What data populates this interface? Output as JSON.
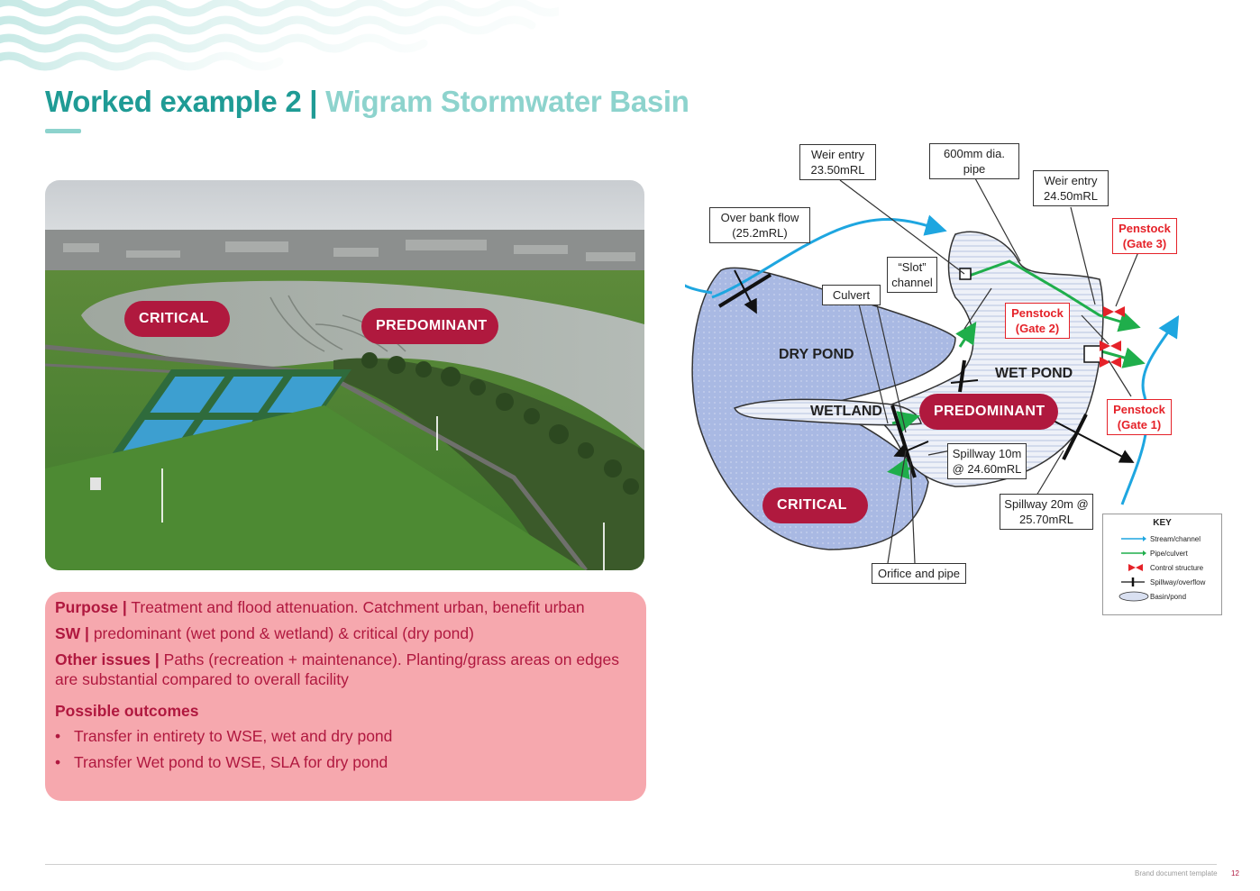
{
  "title": {
    "primary": "Worked example 2",
    "separator": "|",
    "secondary": "Wigram Stormwater Basin"
  },
  "photo_tags": {
    "critical": "CRITICAL",
    "predominant": "PREDOMINANT"
  },
  "info": {
    "purpose_label": "Purpose |",
    "purpose_text": "Treatment and flood attenuation.  Catchment urban, benefit urban",
    "sw_label": "SW |",
    "sw_text": "predominant (wet pond & wetland) & critical (dry pond)",
    "other_label": "Other issues |",
    "other_text": "Paths (recreation + maintenance).  Planting/grass areas on edges are substantial compared to overall facility",
    "outcomes_heading": "Possible outcomes",
    "outcomes": [
      "Transfer in entirety to WSE,  wet and dry pond",
      "Transfer Wet pond to WSE, SLA for dry pond"
    ]
  },
  "diagram": {
    "labels": {
      "weir_entry_1": "Weir entry 23.50mRL",
      "pipe_600": "600mm dia. pipe",
      "weir_entry_2": "Weir entry 24.50mRL",
      "over_bank": "Over bank flow (25.2mRL)",
      "slot_channel": "“Slot” channel",
      "culvert": "Culvert",
      "penstock_3": "Penstock (Gate 3)",
      "penstock_2": "Penstock (Gate 2)",
      "penstock_1": "Penstock (Gate 1)",
      "spillway_10": "Spillway 10m @ 24.60mRL",
      "spillway_20": "Spillway 20m @ 25.70mRL",
      "orifice": "Orifice and pipe"
    },
    "zones": {
      "dry_pond": "DRY POND",
      "wet_pond": "WET POND",
      "wetland": "WETLAND"
    },
    "tags": {
      "predominant": "PREDOMINANT",
      "critical": "CRITICAL"
    },
    "key": {
      "title": "KEY",
      "items": [
        "Stream/channel",
        "Pipe/culvert",
        "Control structure",
        "Spillway/overflow",
        "Basin/pond"
      ]
    },
    "colors": {
      "stream": "#1ea6e0",
      "pipe": "#1fae4b",
      "control": "#e52229",
      "basin": "#a9b9e3"
    }
  },
  "footer": {
    "doc": "Brand document template",
    "page": "12"
  }
}
